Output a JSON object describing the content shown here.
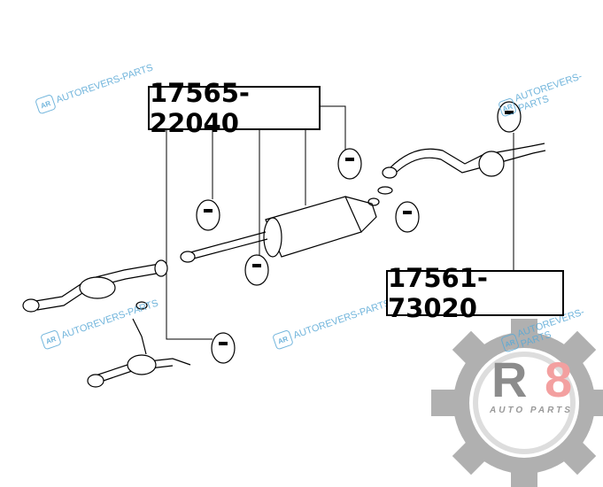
{
  "diagram": {
    "part_labels": [
      {
        "number": "17565-22040"
      },
      {
        "number": "17561-73020"
      }
    ],
    "watermark": {
      "text": "AUTOREVERS-PARTS",
      "logo": "AR"
    },
    "brand_logo": {
      "mark": "R8",
      "subtitle": "AUTO PARTS"
    },
    "colors": {
      "line": "#000000",
      "watermark": "#5aa9d6",
      "logo_gray": "#a0a0a0",
      "logo_red": "#f08a8a"
    }
  }
}
